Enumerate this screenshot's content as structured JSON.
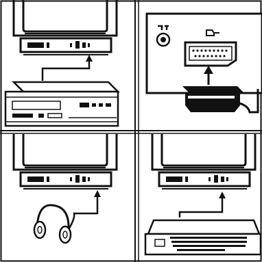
{
  "figure": {
    "kind": "connection-diagram",
    "ink_color": "#111111",
    "paper_color": "#ffffff",
    "panels": [
      {
        "id": "vcr",
        "device": "video-recorder",
        "connector": "rear-panel-cable"
      },
      {
        "id": "scart",
        "device": "scart-socket",
        "connector": "scart-plug",
        "symbols": [
          "headphone-jack-symbol",
          "scart-symbol"
        ]
      },
      {
        "id": "headphones",
        "device": "headphones",
        "connector": "headphone-cable"
      },
      {
        "id": "computer",
        "device": "home-computer",
        "connector": "computer-cable"
      }
    ]
  }
}
